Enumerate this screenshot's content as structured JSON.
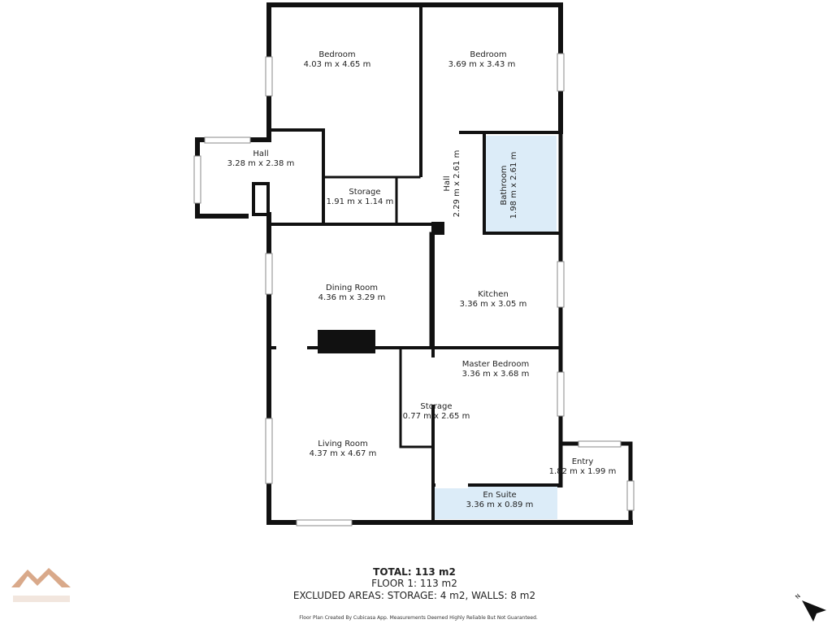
{
  "rooms": {
    "bedroom1": {
      "name": "Bedroom",
      "dims": "4.03 m x 4.65 m"
    },
    "bedroom2": {
      "name": "Bedroom",
      "dims": "3.69 m x 3.43 m"
    },
    "hall_west": {
      "name": "Hall",
      "dims": "3.28 m x 2.38 m"
    },
    "storage1": {
      "name": "Storage",
      "dims": "1.91 m x 1.14 m"
    },
    "hall_center": {
      "name": "Hall",
      "dims": "2.29 m x 2.61 m"
    },
    "bathroom": {
      "name": "Bathroom",
      "dims": "1.98 m x 2.61 m"
    },
    "dining": {
      "name": "Dining Room",
      "dims": "4.36 m x 3.29 m"
    },
    "kitchen": {
      "name": "Kitchen",
      "dims": "3.36 m x 3.05 m"
    },
    "master": {
      "name": "Master Bedroom",
      "dims": "3.36 m x 3.68 m"
    },
    "storage2": {
      "name": "Storage",
      "dims": "0.77 m x 2.65 m"
    },
    "living": {
      "name": "Living Room",
      "dims": "4.37 m x 4.67 m"
    },
    "entry": {
      "name": "Entry",
      "dims": "1.82 m x 1.99 m"
    },
    "ensuite": {
      "name": "En Suite",
      "dims": "3.36 m x 0.89 m"
    }
  },
  "summary": {
    "total": "TOTAL: 113 m2",
    "floor": "FLOOR 1: 113 m2",
    "excluded": "EXCLUDED AREAS: STORAGE: 4 m2, WALLS: 8 m2"
  },
  "disclaimer": "Floor Plan Created By Cubicasa App. Measurements Deemed Highly Reliable But Not Guaranteed.",
  "north_label": "N",
  "colors": {
    "wall": "#111111",
    "wet_room": "#dcecf8",
    "logo": "#d9a98a"
  }
}
